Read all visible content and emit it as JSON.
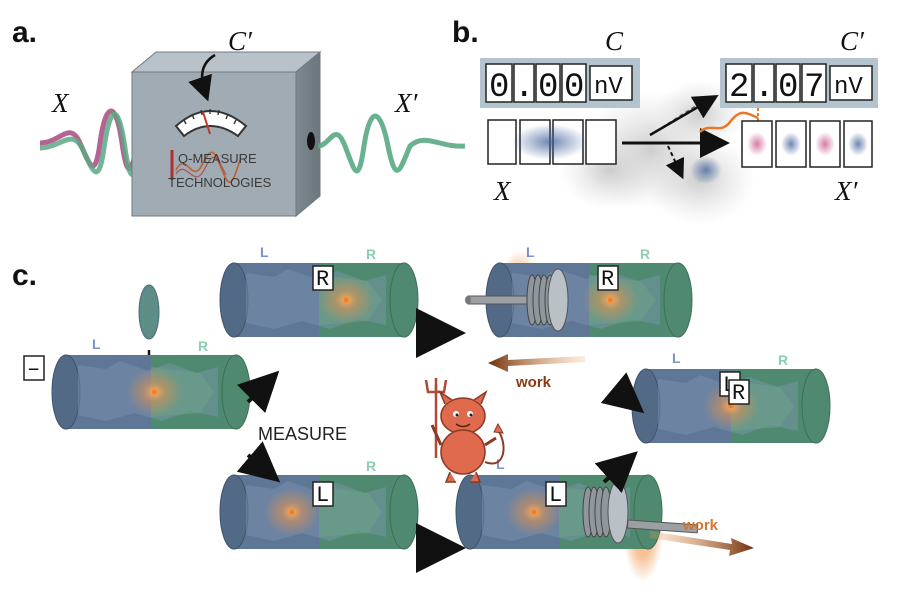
{
  "panel_a": {
    "label": "a.",
    "input_symbol": "X",
    "output_symbol": "X′",
    "meter_symbol": "C′",
    "logo_line1": "Q-MEASURE",
    "logo_line2": "TECHNOLOGIES"
  },
  "panel_b": {
    "label": "b.",
    "left_symbol": "C",
    "right_symbol": "C′",
    "left_digits": [
      "0",
      ".",
      "0",
      "0"
    ],
    "left_unit": "nV",
    "right_digits": [
      "2",
      ".",
      "0",
      "7"
    ],
    "right_unit": "nV",
    "input_symbol": "X",
    "output_symbol": "X′"
  },
  "panel_c": {
    "label": "c.",
    "initial_box": "–",
    "box_R": "R",
    "box_L": "L",
    "box_final_back": "L",
    "box_final_front": "R",
    "side_left": "L",
    "side_right": "R",
    "measure_label": "MEASURE",
    "work_label": "work"
  },
  "colors": {
    "cyl_blue": "#5f7796",
    "cyl_green": "#4f8a70",
    "wave_green": "#5aa884",
    "wave_magenta": "#a8487f",
    "box_face": "#a0abb3",
    "work_arrow": "#7a3a10",
    "demon": "#e06a4e",
    "display_bg": "#b4c4ce"
  }
}
